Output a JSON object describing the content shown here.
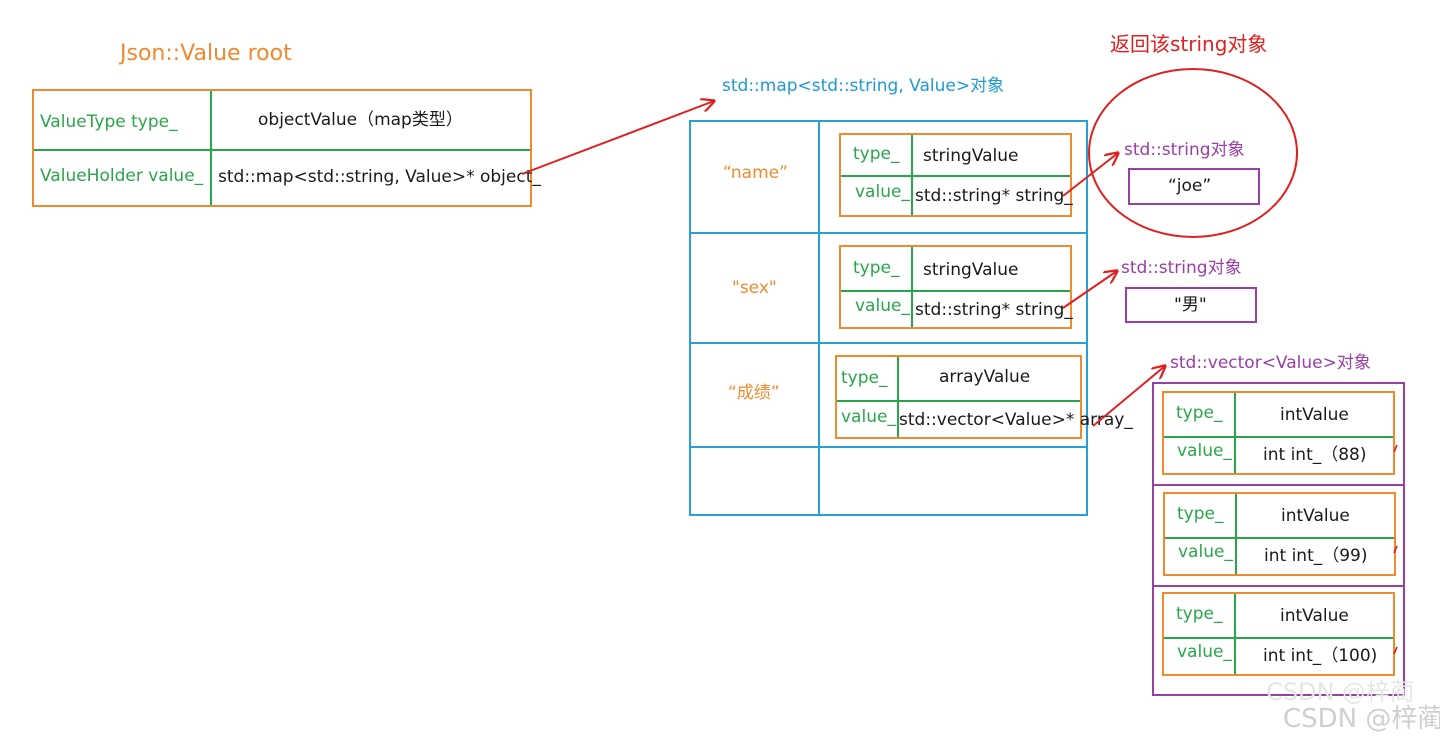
{
  "root": {
    "title": "Json::Value  root",
    "type_label": "ValueType type_",
    "type_value": "objectValue（map类型）",
    "holder_label": "ValueHolder value_",
    "holder_value": "std::map<std::string, Value>* object_"
  },
  "map": {
    "title": "std::map<std::string, Value>对象",
    "entries": [
      {
        "key": "“name”",
        "type_label": "type_",
        "type_value": "stringValue",
        "value_label": "value_",
        "value_value": "std::string* string_"
      },
      {
        "key": "\"sex\"",
        "type_label": "type_",
        "type_value": "stringValue",
        "value_label": "value_",
        "value_value": "std::string* string_"
      },
      {
        "key": "“成绩”",
        "type_label": "type_",
        "type_value": "arrayValue",
        "value_label": "value_",
        "value_value": "std::vector<Value>* array_"
      }
    ]
  },
  "return_note": "返回该string对象",
  "strings": [
    {
      "title": "std::string对象",
      "value": "“joe”"
    },
    {
      "title": "std::string对象",
      "value": "\"男\""
    }
  ],
  "vector": {
    "title": "std::vector<Value>对象",
    "items": [
      {
        "type_label": "type_",
        "type_value": "intValue",
        "value_label": "value_",
        "value_value": "int int_（88)"
      },
      {
        "type_label": "type_",
        "type_value": "intValue",
        "value_label": "value_",
        "value_value": "int int_（99)"
      },
      {
        "type_label": "type_",
        "type_value": "intValue",
        "value_label": "value_",
        "value_value": "int int_（100)"
      }
    ]
  },
  "watermark": "CSDN @梓蔺",
  "colors": {
    "orange": "#f08a2e",
    "green": "#2aa64a",
    "blue": "#2a9fd6",
    "purple": "#9a3ea8",
    "red": "#e01f1f"
  }
}
